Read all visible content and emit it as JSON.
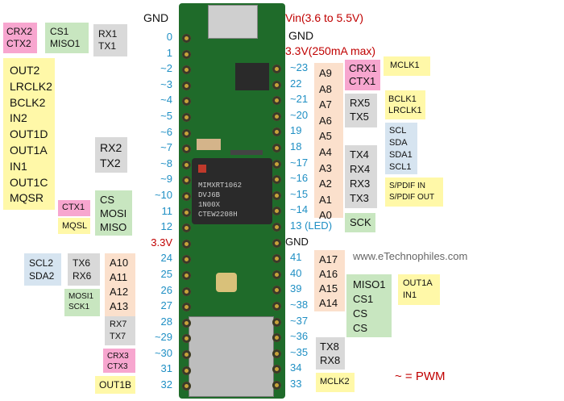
{
  "colors": {
    "pink": "#f7a6cf",
    "green": "#c8e6c0",
    "yellow": "#fff8a8",
    "gray": "#d9d9d9",
    "peach": "#fbe0cc",
    "blue": "#d6e4f0",
    "pwm": "#1f8fc4",
    "red": "#c00000",
    "board": "#1f6b2a"
  },
  "top": {
    "gnd": "GND",
    "vin": "Vin(3.6 to 5.5V)",
    "gnd_right": "GND",
    "v33": "3.3V(250mA max)"
  },
  "chip": {
    "line1": "MIMXRT1062",
    "line2": "DVJ6B",
    "line3": "1N00X",
    "line4": "CTEW2208H"
  },
  "left_pins": [
    "0",
    "1",
    "~2",
    "~3",
    "~4",
    "~5",
    "~6",
    "~7",
    "~8",
    "~9",
    "~10",
    "11",
    "12",
    "3.3V",
    "24",
    "25",
    "26",
    "27",
    "28",
    "~29",
    "~30",
    "31",
    "32"
  ],
  "right_pins": [
    "~23",
    "22",
    "~21",
    "~20",
    "19",
    "18",
    "~17",
    "~16",
    "~15",
    "~14",
    "13 (LED)",
    "GND",
    "41",
    "40",
    "39",
    "~38",
    "~37",
    "~36",
    "~35",
    "34",
    "33"
  ],
  "labels": {
    "crx2": [
      "CRX2",
      "CTX2"
    ],
    "cs1": [
      "CS1",
      "MISO1"
    ],
    "rx1": [
      "RX1",
      "TX1"
    ],
    "audio2": [
      "OUT2",
      "LRCLK2",
      "BCLK2",
      "IN2",
      "OUT1D",
      "OUT1A",
      "IN1",
      "OUT1C",
      "MQSR"
    ],
    "rx2": [
      "RX2",
      "TX2"
    ],
    "ctx1": [
      "CTX1"
    ],
    "mqsl": [
      "MQSL"
    ],
    "spi0": [
      "CS",
      "MOSI",
      "MISO"
    ],
    "scl2": [
      "SCL2",
      "SDA2"
    ],
    "tx6": [
      "TX6",
      "RX6"
    ],
    "mosi1": [
      "MOSI1",
      "SCK1"
    ],
    "a10": [
      "A10",
      "A11",
      "A12",
      "A13"
    ],
    "rx7": [
      "RX7",
      "TX7"
    ],
    "crx3": [
      "CRX3",
      "CTX3"
    ],
    "out1b": [
      "OUT1B"
    ],
    "a9": [
      "A9",
      "A8",
      "A7",
      "A6",
      "A5",
      "A4",
      "A3",
      "A2",
      "A1",
      "A0"
    ],
    "crx1": [
      "CRX1",
      "CTX1"
    ],
    "mclk1": [
      "MCLK1"
    ],
    "rx5": [
      "RX5",
      "TX5"
    ],
    "bclk1": [
      "BCLK1",
      "LRCLK1"
    ],
    "scl": [
      "SCL",
      "SDA",
      "SDA1",
      "SCL1"
    ],
    "tx4": [
      "TX4",
      "RX4",
      "RX3",
      "TX3"
    ],
    "spdif": [
      "S/PDIF IN",
      "S/PDIF OUT"
    ],
    "sck": [
      "SCK"
    ],
    "a17": [
      "A17",
      "A16",
      "A15",
      "A14"
    ],
    "miso1": [
      "MISO1",
      "CS1",
      "CS",
      "CS"
    ],
    "out1a": [
      "OUT1A",
      "IN1"
    ],
    "tx8": [
      "TX8",
      "RX8"
    ],
    "mclk2": [
      "MCLK2"
    ]
  },
  "website": "www.eTechnophiles.com",
  "pwm_note": "~ = PWM"
}
